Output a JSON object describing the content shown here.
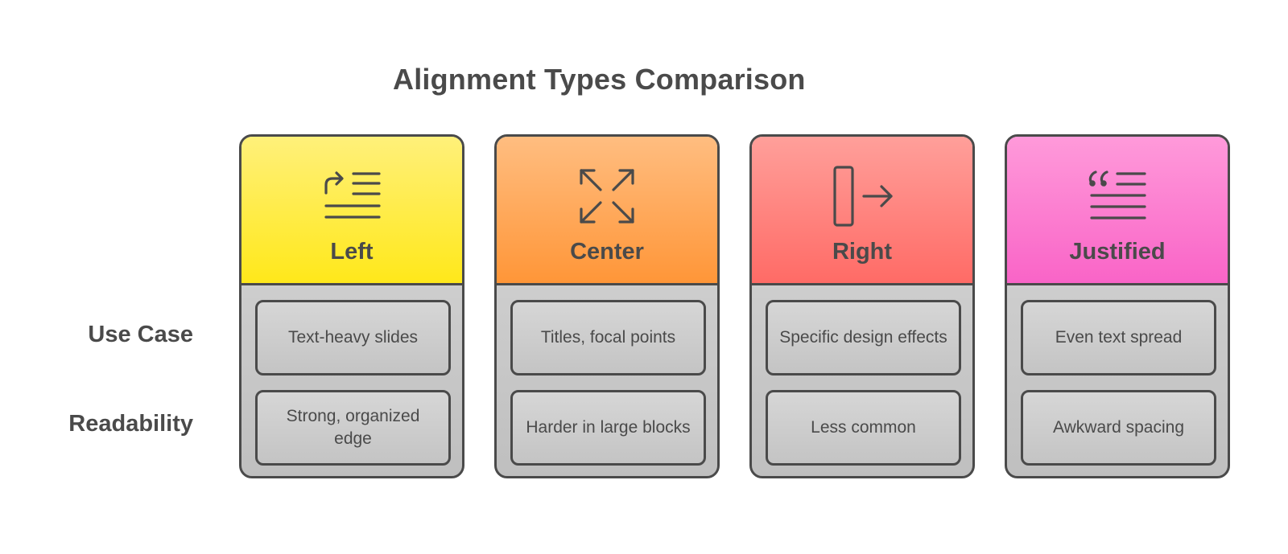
{
  "title": "Alignment Types Comparison",
  "row_labels": {
    "use_case": "Use Case",
    "readability": "Readability"
  },
  "cards": [
    {
      "name": "Left",
      "icon": "text-left-arrow-icon",
      "color_top": "#fff07a",
      "color_bottom": "#ffe81a",
      "use_case": "Text-heavy slides",
      "readability": "Strong, organized edge"
    },
    {
      "name": "Center",
      "icon": "expand-arrows-icon",
      "color_top": "#ffbd80",
      "color_bottom": "#ff9638",
      "use_case": "Titles, focal points",
      "readability": "Harder in large blocks"
    },
    {
      "name": "Right",
      "icon": "bar-right-arrow-icon",
      "color_top": "#ff9f9a",
      "color_bottom": "#ff6b66",
      "use_case": "Specific design effects",
      "readability": "Less common"
    },
    {
      "name": "Justified",
      "icon": "quote-lines-icon",
      "color_top": "#ff9ada",
      "color_bottom": "#f964c7",
      "use_case": "Even text spread",
      "readability": "Awkward spacing"
    }
  ]
}
